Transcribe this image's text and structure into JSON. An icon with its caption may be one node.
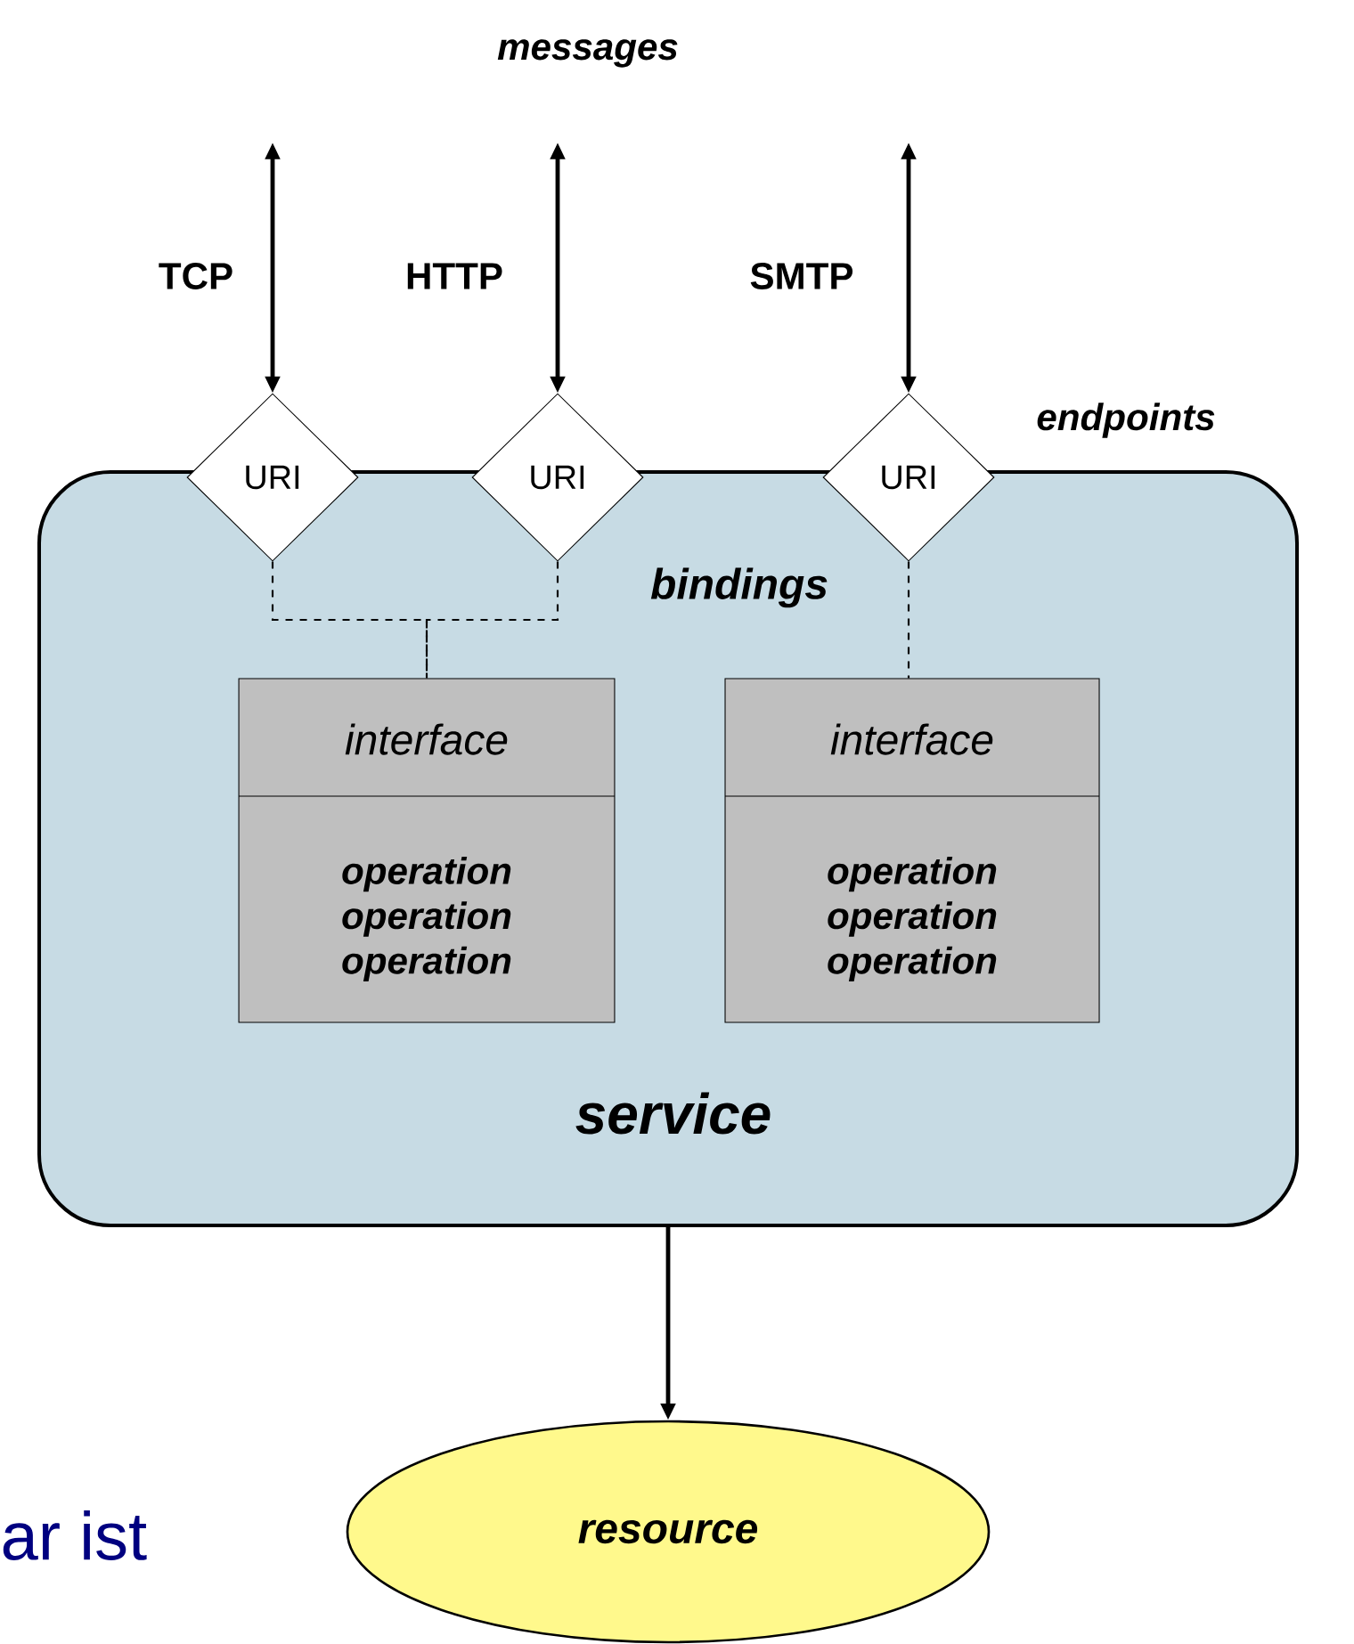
{
  "diagram": {
    "nodes": [
      {
        "text": [
          "service"
        ]
      },
      {
        "text": [
          "URI"
        ]
      },
      {
        "text": [
          "URI"
        ]
      },
      {
        "text": [
          "URI"
        ]
      },
      {
        "text": [
          "interface",
          "operation operation operation"
        ],
        "in": 0
      },
      {
        "text": [
          "interface",
          "operation operation operation"
        ],
        "in": 0
      },
      {
        "text": [
          "resource"
        ]
      }
    ],
    "edges": [
      {
        "from": null,
        "to": 1,
        "arrow": "both",
        "label": "TCP"
      },
      {
        "from": null,
        "to": 2,
        "arrow": "both",
        "label": "HTTP"
      },
      {
        "from": null,
        "to": 3,
        "arrow": "both",
        "label": "SMTP"
      },
      {
        "from": 1,
        "to": 4,
        "arrow": "none",
        "style": "dashed"
      },
      {
        "from": 2,
        "to": 4,
        "arrow": "none",
        "style": "dashed"
      },
      {
        "from": 3,
        "to": 5,
        "arrow": "none",
        "style": "dashed"
      },
      {
        "from": 0,
        "to": 6,
        "arrow": "to"
      }
    ],
    "labels": [
      "messages",
      "endpoints",
      "bindings",
      "ar ist"
    ]
  }
}
